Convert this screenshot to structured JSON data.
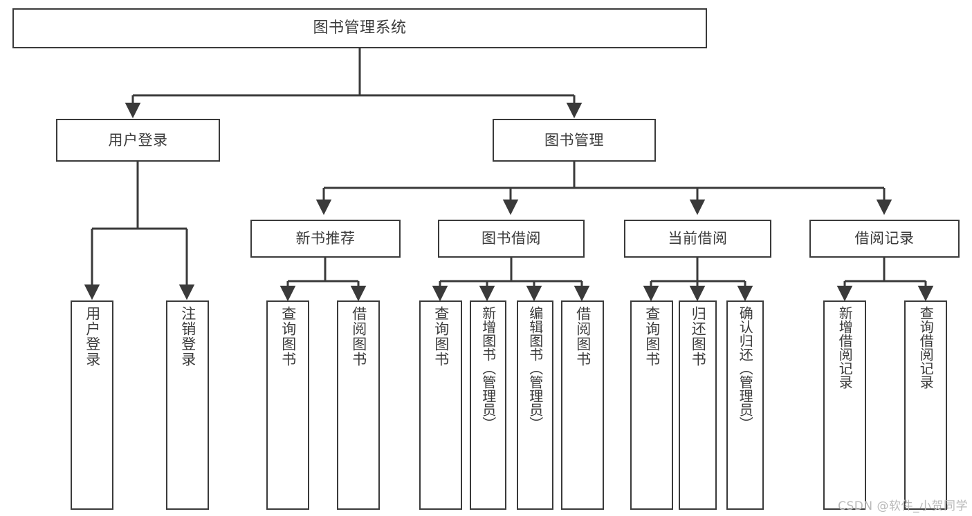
{
  "diagram": {
    "title": "图书管理系统",
    "type": "tree-hierarchy-chart",
    "root": {
      "label": "图书管理系统"
    },
    "level2": [
      {
        "label": "用户登录"
      },
      {
        "label": "图书管理"
      }
    ],
    "level3": [
      {
        "label": "新书推荐"
      },
      {
        "label": "图书借阅"
      },
      {
        "label": "当前借阅"
      },
      {
        "label": "借阅记录"
      }
    ],
    "leaves": {
      "user_login": [
        {
          "label": "用户登录"
        },
        {
          "label": "注销登录"
        }
      ],
      "new_book_recommend": [
        {
          "label": "查询图书"
        },
        {
          "label": "借阅图书"
        }
      ],
      "book_borrow": [
        {
          "label": "查询图书"
        },
        {
          "label": "新增图书（管理员）"
        },
        {
          "label": "编辑图书（管理员）"
        },
        {
          "label": "借阅图书"
        }
      ],
      "current_borrow": [
        {
          "label": "查询图书"
        },
        {
          "label": "归还图书"
        },
        {
          "label": "确认归还（管理员）"
        }
      ],
      "borrow_record": [
        {
          "label": "新增借阅记录"
        },
        {
          "label": "查询借阅记录"
        }
      ]
    }
  },
  "watermark": {
    "text": "CSDN @软件_小贺同学"
  },
  "colors": {
    "box_border": "#3a3a3a",
    "text": "#3b3b3b",
    "line": "#3a3a3a",
    "background": "#ffffff",
    "watermark": "#b9b9b9"
  }
}
